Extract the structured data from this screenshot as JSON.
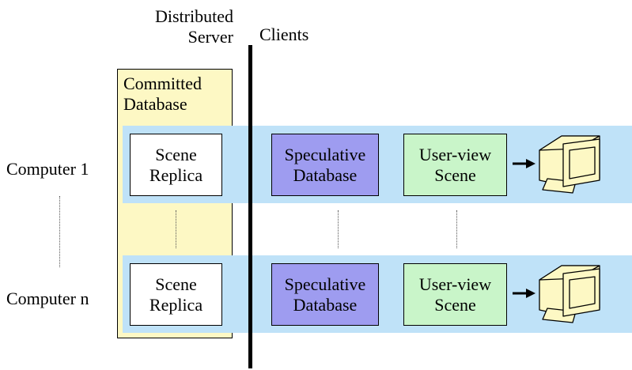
{
  "header": {
    "server_label_line1": "Distributed",
    "server_label_line2": "Server",
    "clients_label": "Clients"
  },
  "server": {
    "committed_line1": "Committed",
    "committed_line2": "Database"
  },
  "rows": [
    {
      "computer": "Computer 1",
      "scene_line1": "Scene",
      "scene_line2": "Replica",
      "spec_line1": "Speculative",
      "spec_line2": "Database",
      "user_line1": "User-view",
      "user_line2": "Scene"
    },
    {
      "computer": "Computer n",
      "scene_line1": "Scene",
      "scene_line2": "Replica",
      "spec_line1": "Speculative",
      "spec_line2": "Database",
      "user_line1": "User-view",
      "user_line2": "Scene"
    }
  ],
  "icons": {
    "monitor": "monitor-icon",
    "arrow": "arrow-right-icon"
  },
  "colors": {
    "committed_db": "#fdf8c4",
    "row_band": "#bfe2f8",
    "speculative_db": "#9e9cf0",
    "user_view_scene": "#c9f5c9",
    "monitor": "#fdf8c4"
  }
}
